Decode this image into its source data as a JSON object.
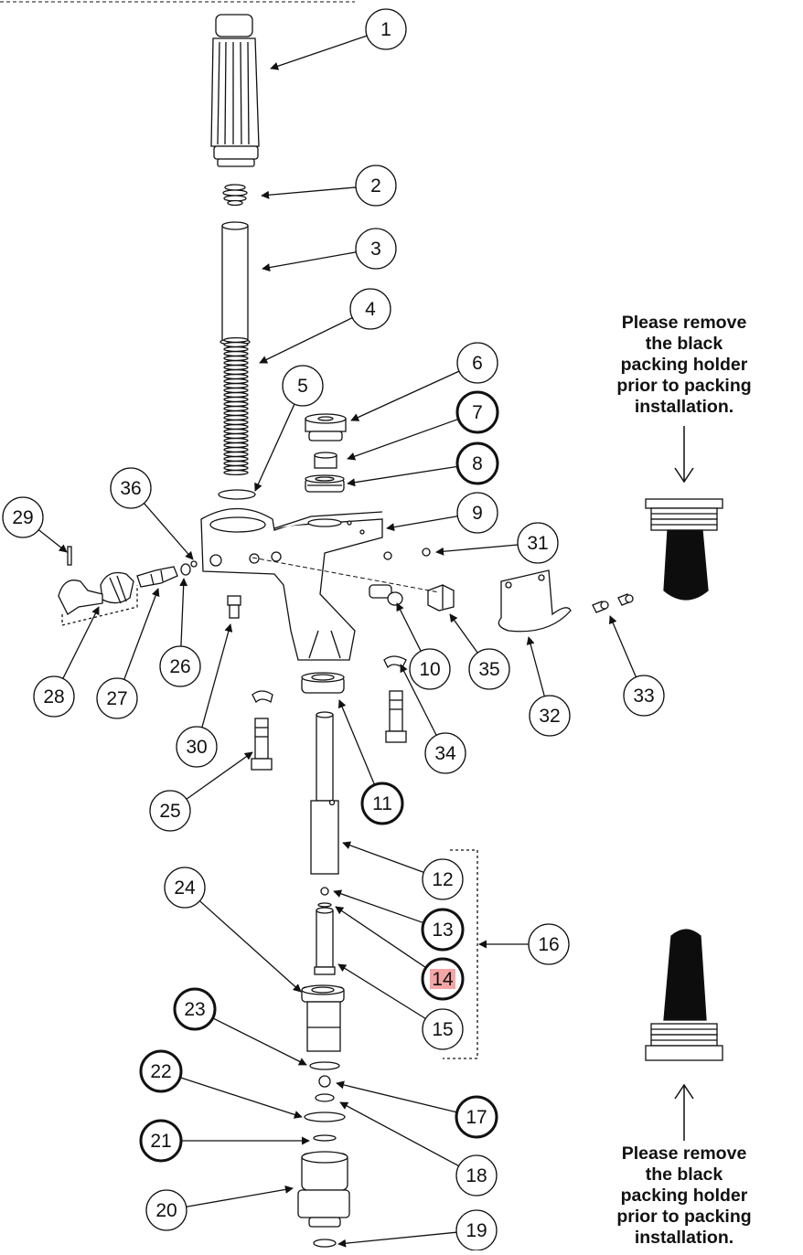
{
  "callouts": [
    {
      "label": "1",
      "bold": false
    },
    {
      "label": "2",
      "bold": false
    },
    {
      "label": "3",
      "bold": false
    },
    {
      "label": "4",
      "bold": false
    },
    {
      "label": "5",
      "bold": false
    },
    {
      "label": "6",
      "bold": false
    },
    {
      "label": "7",
      "bold": true
    },
    {
      "label": "8",
      "bold": true
    },
    {
      "label": "9",
      "bold": false
    },
    {
      "label": "10",
      "bold": false
    },
    {
      "label": "11",
      "bold": true
    },
    {
      "label": "12",
      "bold": false
    },
    {
      "label": "13",
      "bold": true
    },
    {
      "label": "14",
      "bold": true,
      "highlight": "#f4a6a6"
    },
    {
      "label": "15",
      "bold": false
    },
    {
      "label": "16",
      "bold": false
    },
    {
      "label": "17",
      "bold": true
    },
    {
      "label": "18",
      "bold": false
    },
    {
      "label": "19",
      "bold": false
    },
    {
      "label": "20",
      "bold": false
    },
    {
      "label": "21",
      "bold": true
    },
    {
      "label": "22",
      "bold": true
    },
    {
      "label": "23",
      "bold": true
    },
    {
      "label": "24",
      "bold": false
    },
    {
      "label": "25",
      "bold": false
    },
    {
      "label": "26",
      "bold": false
    },
    {
      "label": "27",
      "bold": false
    },
    {
      "label": "28",
      "bold": false
    },
    {
      "label": "29",
      "bold": false
    },
    {
      "label": "30",
      "bold": false
    },
    {
      "label": "31",
      "bold": false
    },
    {
      "label": "32",
      "bold": false
    },
    {
      "label": "33",
      "bold": false
    },
    {
      "label": "34",
      "bold": false
    },
    {
      "label": "35",
      "bold": false
    },
    {
      "label": "36",
      "bold": false
    }
  ],
  "notes": {
    "top": [
      "Please remove",
      "the black",
      "packing holder",
      "prior to packing",
      "installation."
    ],
    "bottom": [
      "Please remove",
      "the black",
      "packing holder",
      "prior to packing",
      "installation."
    ]
  },
  "colors": {
    "line": "#111111",
    "part_fill": "#ffffff",
    "black_holder": "#0d0d0d",
    "highlight": "#f4a6a6"
  }
}
